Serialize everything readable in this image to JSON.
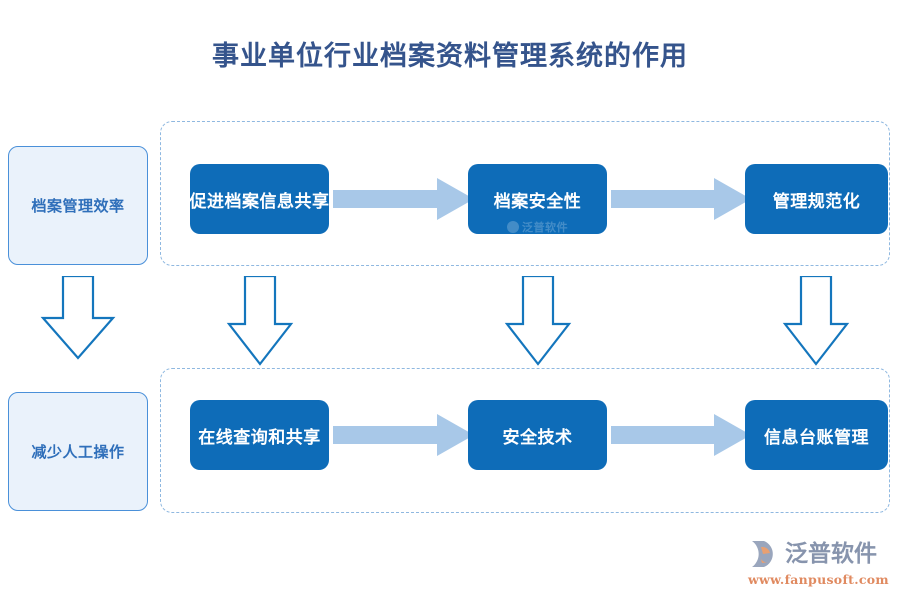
{
  "page": {
    "title": "事业单位行业档案资料管理系统的作用",
    "background_color": "#ffffff",
    "title_color": "#35548c"
  },
  "colors": {
    "process_box": "#0e6cb8",
    "process_text": "#ffffff",
    "side_card_fill": "#eaf2fb",
    "side_card_border": "#4a90d9",
    "side_card_text": "#2f6fba",
    "group_border_dashed": "#8fb8e0",
    "h_arrow_fill": "#a8c8e8",
    "v_arrow_stroke": "#1476bd",
    "brand_name": "#8794ad",
    "brand_url": "#e08a60"
  },
  "side_cards": [
    {
      "id": "archive-management-efficiency",
      "label": "档案管理效率"
    },
    {
      "id": "reduce-manual-operations",
      "label": "减少人工操作"
    }
  ],
  "groups": [
    {
      "id": "top-group",
      "style": "dashed-rounded",
      "steps": [
        {
          "id": "promote-archive-info-sharing",
          "label": "促进档案信息共享"
        },
        {
          "id": "archive-security",
          "label": "档案安全性"
        },
        {
          "id": "management-standardization",
          "label": "管理规范化"
        }
      ],
      "connectors": [
        {
          "id": "top-connector-1",
          "type": "arrow-right"
        },
        {
          "id": "top-connector-2",
          "type": "arrow-right"
        }
      ]
    },
    {
      "id": "bottom-group",
      "style": "dashed-rounded",
      "steps": [
        {
          "id": "online-query-and-sharing",
          "label": "在线查询和共享"
        },
        {
          "id": "security-technology",
          "label": "安全技术"
        },
        {
          "id": "info-ledger-management",
          "label": "信息台账管理"
        }
      ],
      "connectors": [
        {
          "id": "bottom-connector-1",
          "type": "arrow-right"
        },
        {
          "id": "bottom-connector-2",
          "type": "arrow-right"
        }
      ]
    }
  ],
  "vertical_connectors": [
    {
      "id": "v-connector-side",
      "type": "arrow-down-outline"
    },
    {
      "id": "v-connector-col-1",
      "type": "arrow-down-outline"
    },
    {
      "id": "v-connector-col-2",
      "type": "arrow-down-outline"
    },
    {
      "id": "v-connector-col-3",
      "type": "arrow-down-outline"
    }
  ],
  "watermark": {
    "text": "泛普软件"
  },
  "brand": {
    "name": "泛普软件",
    "url": "www.fanpusoft.com"
  }
}
